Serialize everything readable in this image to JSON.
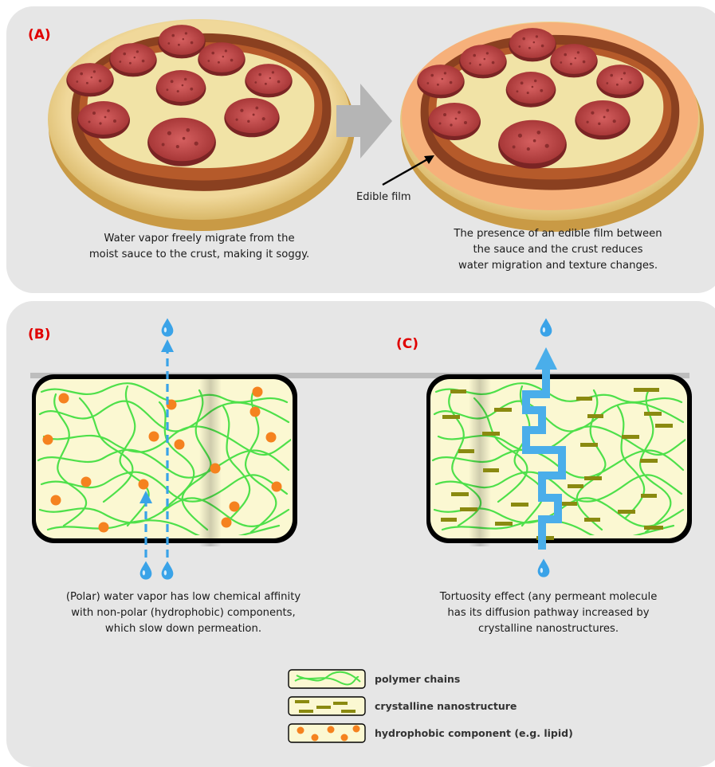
{
  "panel_a": {
    "label": "(A)",
    "arrow_callout": "Edible film",
    "caption_left": [
      "Water vapor freely migrate from the",
      "moist sauce to the crust, making it soggy."
    ],
    "caption_right": [
      "The presence of an edible film between",
      "the sauce and the crust reduces",
      "water migration and texture changes."
    ]
  },
  "panel_b": {
    "label": "(B)",
    "caption": [
      "(Polar) water vapor has low chemical affinity",
      "with non-polar (hydrophobic) components,",
      "which slow down permeation."
    ]
  },
  "panel_c": {
    "label": "(C)",
    "caption": [
      "Tortuosity effect (any permeant molecule",
      "has its diffusion pathway increased by",
      "crystalline nanostructures."
    ]
  },
  "legend": {
    "items": [
      {
        "icon": "polymer-chains-swatch",
        "label": "polymer chains"
      },
      {
        "icon": "crystalline-nanostructure-swatch",
        "label": "crystalline nanostructure"
      },
      {
        "icon": "hydrophobic-component-swatch",
        "label": "hydrophobic component (e.g. lipid)"
      }
    ]
  },
  "colors": {
    "label_red": "#e00000",
    "panel_bg": "#e6e6e6",
    "film_fill": "#fbf8d2",
    "polymer_green": "#4ee04a",
    "crystal_olive": "#8a8a10",
    "lipid_orange": "#f5821f",
    "water_blue": "#3aa3e8",
    "edible_film": "#f6b07a"
  }
}
